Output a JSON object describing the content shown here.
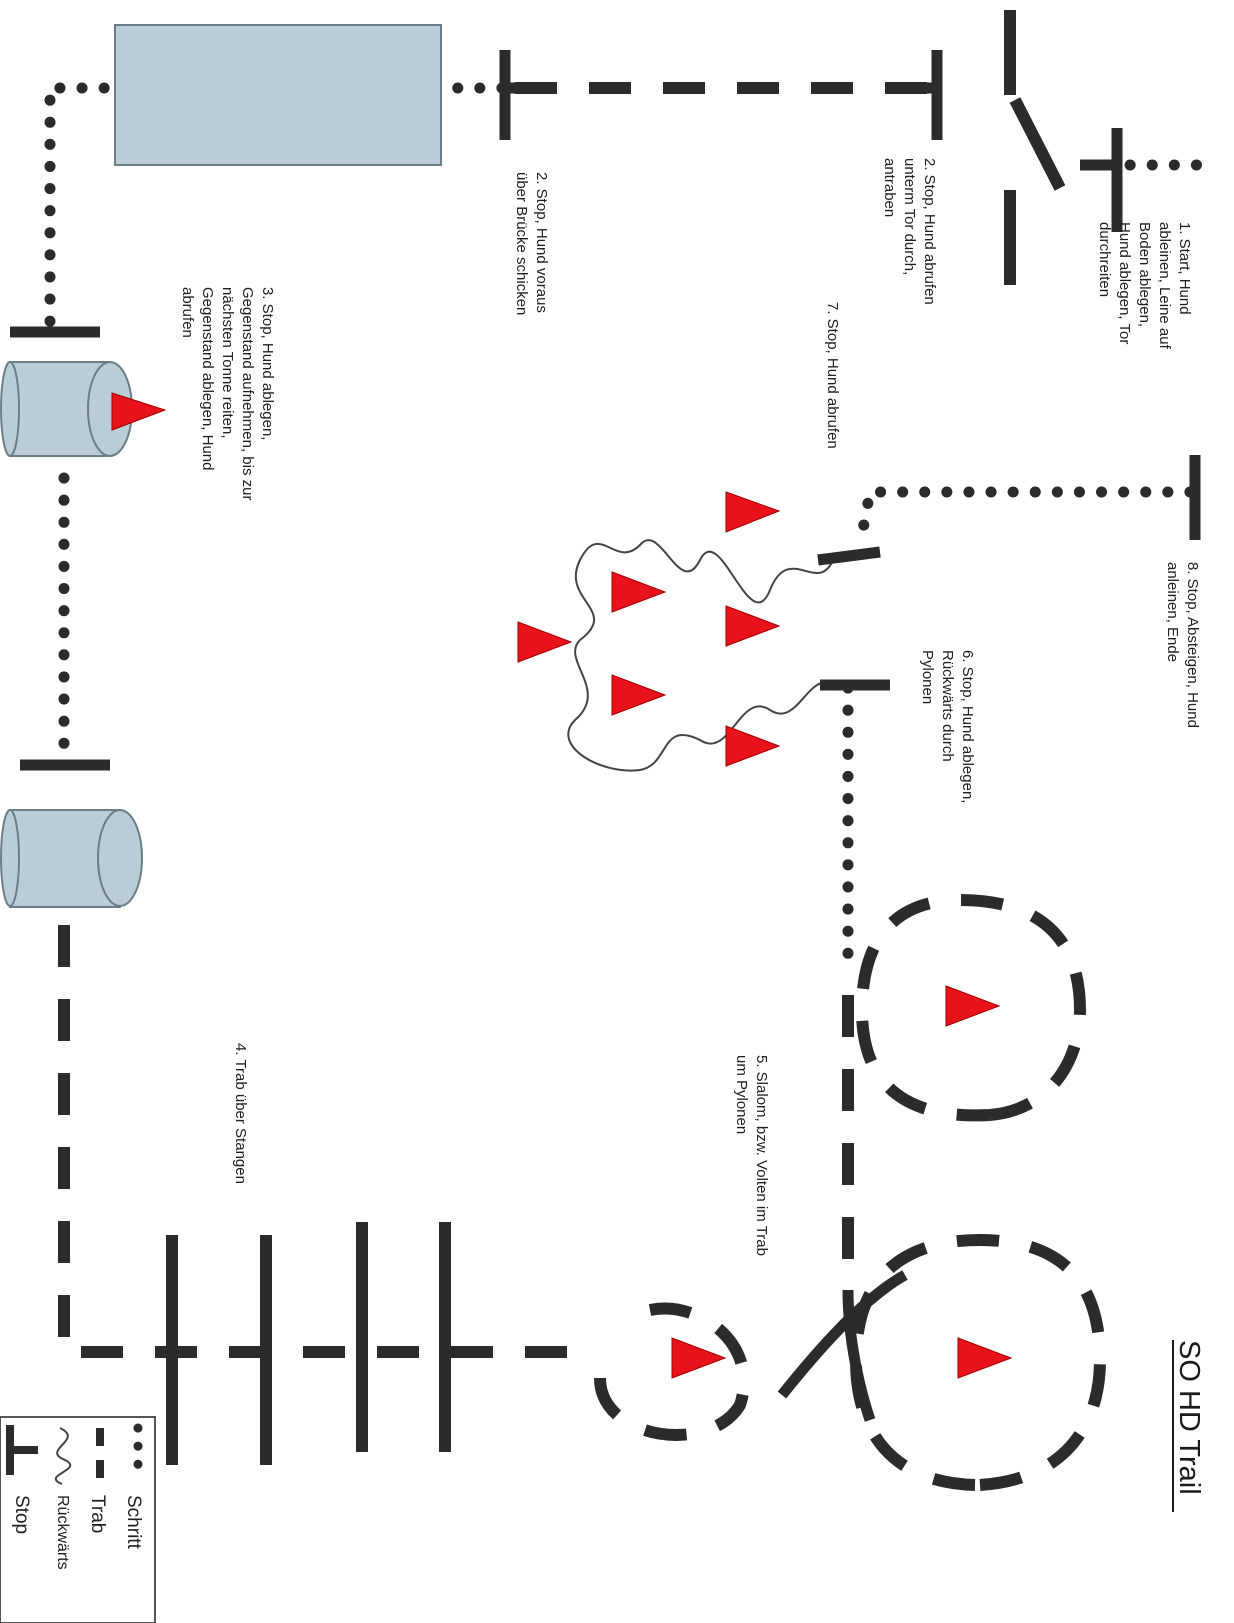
{
  "title": "SO HD Trail",
  "steps": {
    "step1": [
      "1. Start, Hund",
      "ableinen, Leine auf",
      "Boden ablegen,",
      "Hund ablegen, Tor",
      "durchreiten"
    ],
    "step2a": [
      "2. Stop, Hund abrufen",
      "unterm Tor durch,",
      "antraben"
    ],
    "step2b": [
      "2. Stop, Hund voraus",
      "über Brücke schicken"
    ],
    "step3": [
      "3. Stop, Hund ablegen,",
      "Gegenstand aufnehmen, bis zur",
      "nächsten Tonne reiten,",
      "Gegenstand ablegen, Hund",
      "abrufen"
    ],
    "step4": [
      "4. Trab über Stangen"
    ],
    "step5": [
      "5. Slalom, bzw. Volten  im Trab",
      "um Pylonen"
    ],
    "step6": [
      "6. Stop, Hund ablegen,",
      "Rückwärts durch",
      "Pylonen"
    ],
    "step7": [
      "7. Stop, Hund abrufen"
    ],
    "step8": [
      "8. Stop, Absteigen, Hund",
      "anleinen, Ende"
    ]
  },
  "legend": {
    "walk": "Schritt",
    "trot": "Trab",
    "reverse": "Rückwärts",
    "stop": "Stop"
  },
  "colors": {
    "line": "#2b2b2b",
    "obstacle_fill": "#b9cdd6",
    "cone": "#e8121a",
    "text": "#202020"
  }
}
